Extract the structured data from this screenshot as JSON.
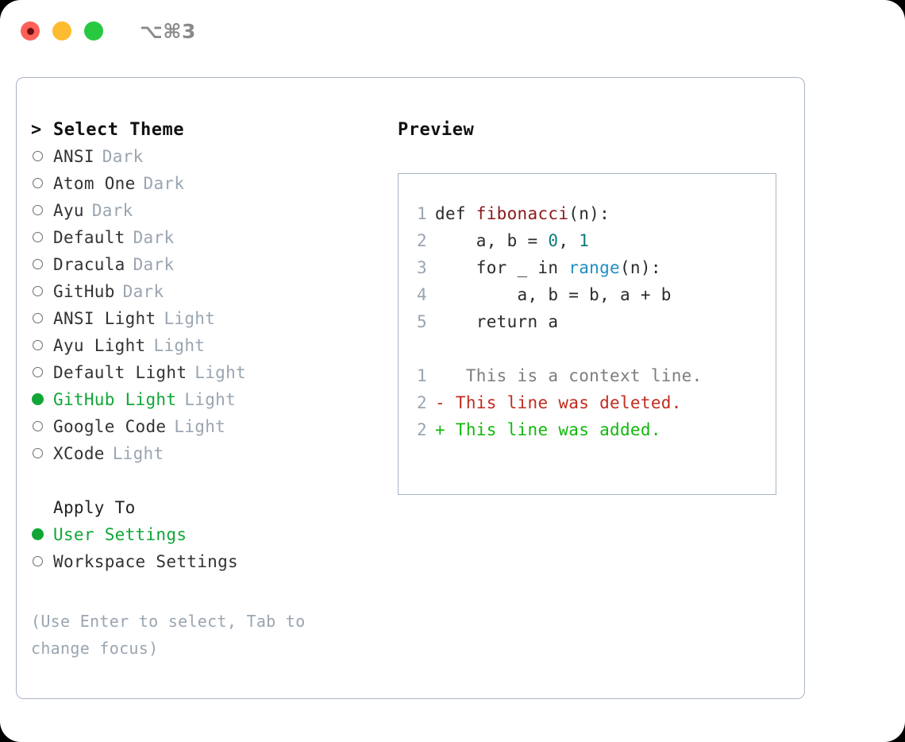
{
  "titlebar": {
    "shortcut": "⌥⌘3",
    "dots": [
      {
        "name": "close",
        "color": "#FF6059"
      },
      {
        "name": "minimize",
        "color": "#FDBC2F"
      },
      {
        "name": "maximize",
        "color": "#28C940"
      }
    ]
  },
  "colors": {
    "accent_green": "#11A637",
    "muted": "#9aa5b1",
    "text": "#333333",
    "border": "#aab4c4",
    "diff_add": "#11B80B",
    "diff_delete": "#C22B20",
    "code_function": "#8B1A1A",
    "code_number": "#0E7C7B",
    "code_call": "#1F8FC4"
  },
  "theme_list": {
    "caret": ">",
    "title": "Select Theme",
    "items": [
      {
        "name": "ANSI",
        "variant": "Dark",
        "selected": false
      },
      {
        "name": "Atom One",
        "variant": "Dark",
        "selected": false
      },
      {
        "name": "Ayu",
        "variant": "Dark",
        "selected": false
      },
      {
        "name": "Default",
        "variant": "Dark",
        "selected": false
      },
      {
        "name": "Dracula",
        "variant": "Dark",
        "selected": false
      },
      {
        "name": "GitHub",
        "variant": "Dark",
        "selected": false
      },
      {
        "name": "ANSI Light",
        "variant": "Light",
        "selected": false
      },
      {
        "name": "Ayu Light",
        "variant": "Light",
        "selected": false
      },
      {
        "name": "Default Light",
        "variant": "Light",
        "selected": false
      },
      {
        "name": "GitHub Light",
        "variant": "Light",
        "selected": true
      },
      {
        "name": "Google Code",
        "variant": "Light",
        "selected": false
      },
      {
        "name": "XCode",
        "variant": "Light",
        "selected": false
      }
    ]
  },
  "apply_to": {
    "title": "Apply To",
    "options": [
      {
        "label": "User Settings",
        "selected": true
      },
      {
        "label": "Workspace Settings",
        "selected": false
      }
    ]
  },
  "hint": "(Use Enter to select, Tab to change focus)",
  "preview": {
    "title": "Preview",
    "code_lines": [
      {
        "number": "1",
        "tokens": [
          {
            "t": "def ",
            "c": "plain"
          },
          {
            "t": "fibonacci",
            "c": "fn"
          },
          {
            "t": "(n):",
            "c": "plain"
          }
        ]
      },
      {
        "number": "2",
        "tokens": [
          {
            "t": "    a, b = ",
            "c": "plain"
          },
          {
            "t": "0",
            "c": "num"
          },
          {
            "t": ", ",
            "c": "plain"
          },
          {
            "t": "1",
            "c": "num"
          }
        ]
      },
      {
        "number": "3",
        "tokens": [
          {
            "t": "    for _ in ",
            "c": "plain"
          },
          {
            "t": "range",
            "c": "call"
          },
          {
            "t": "(n):",
            "c": "plain"
          }
        ]
      },
      {
        "number": "4",
        "tokens": [
          {
            "t": "        a, b = b, a + b",
            "c": "plain"
          }
        ]
      },
      {
        "number": "5",
        "tokens": [
          {
            "t": "    return a",
            "c": "plain"
          }
        ]
      }
    ],
    "diff_lines": [
      {
        "number": "1",
        "marker": " ",
        "text": "  This is a context line.",
        "kind": "ctx"
      },
      {
        "number": "2",
        "marker": "-",
        "text": " This line was deleted.",
        "kind": "del"
      },
      {
        "number": "2",
        "marker": "+",
        "text": " This line was added.",
        "kind": "add"
      }
    ]
  }
}
